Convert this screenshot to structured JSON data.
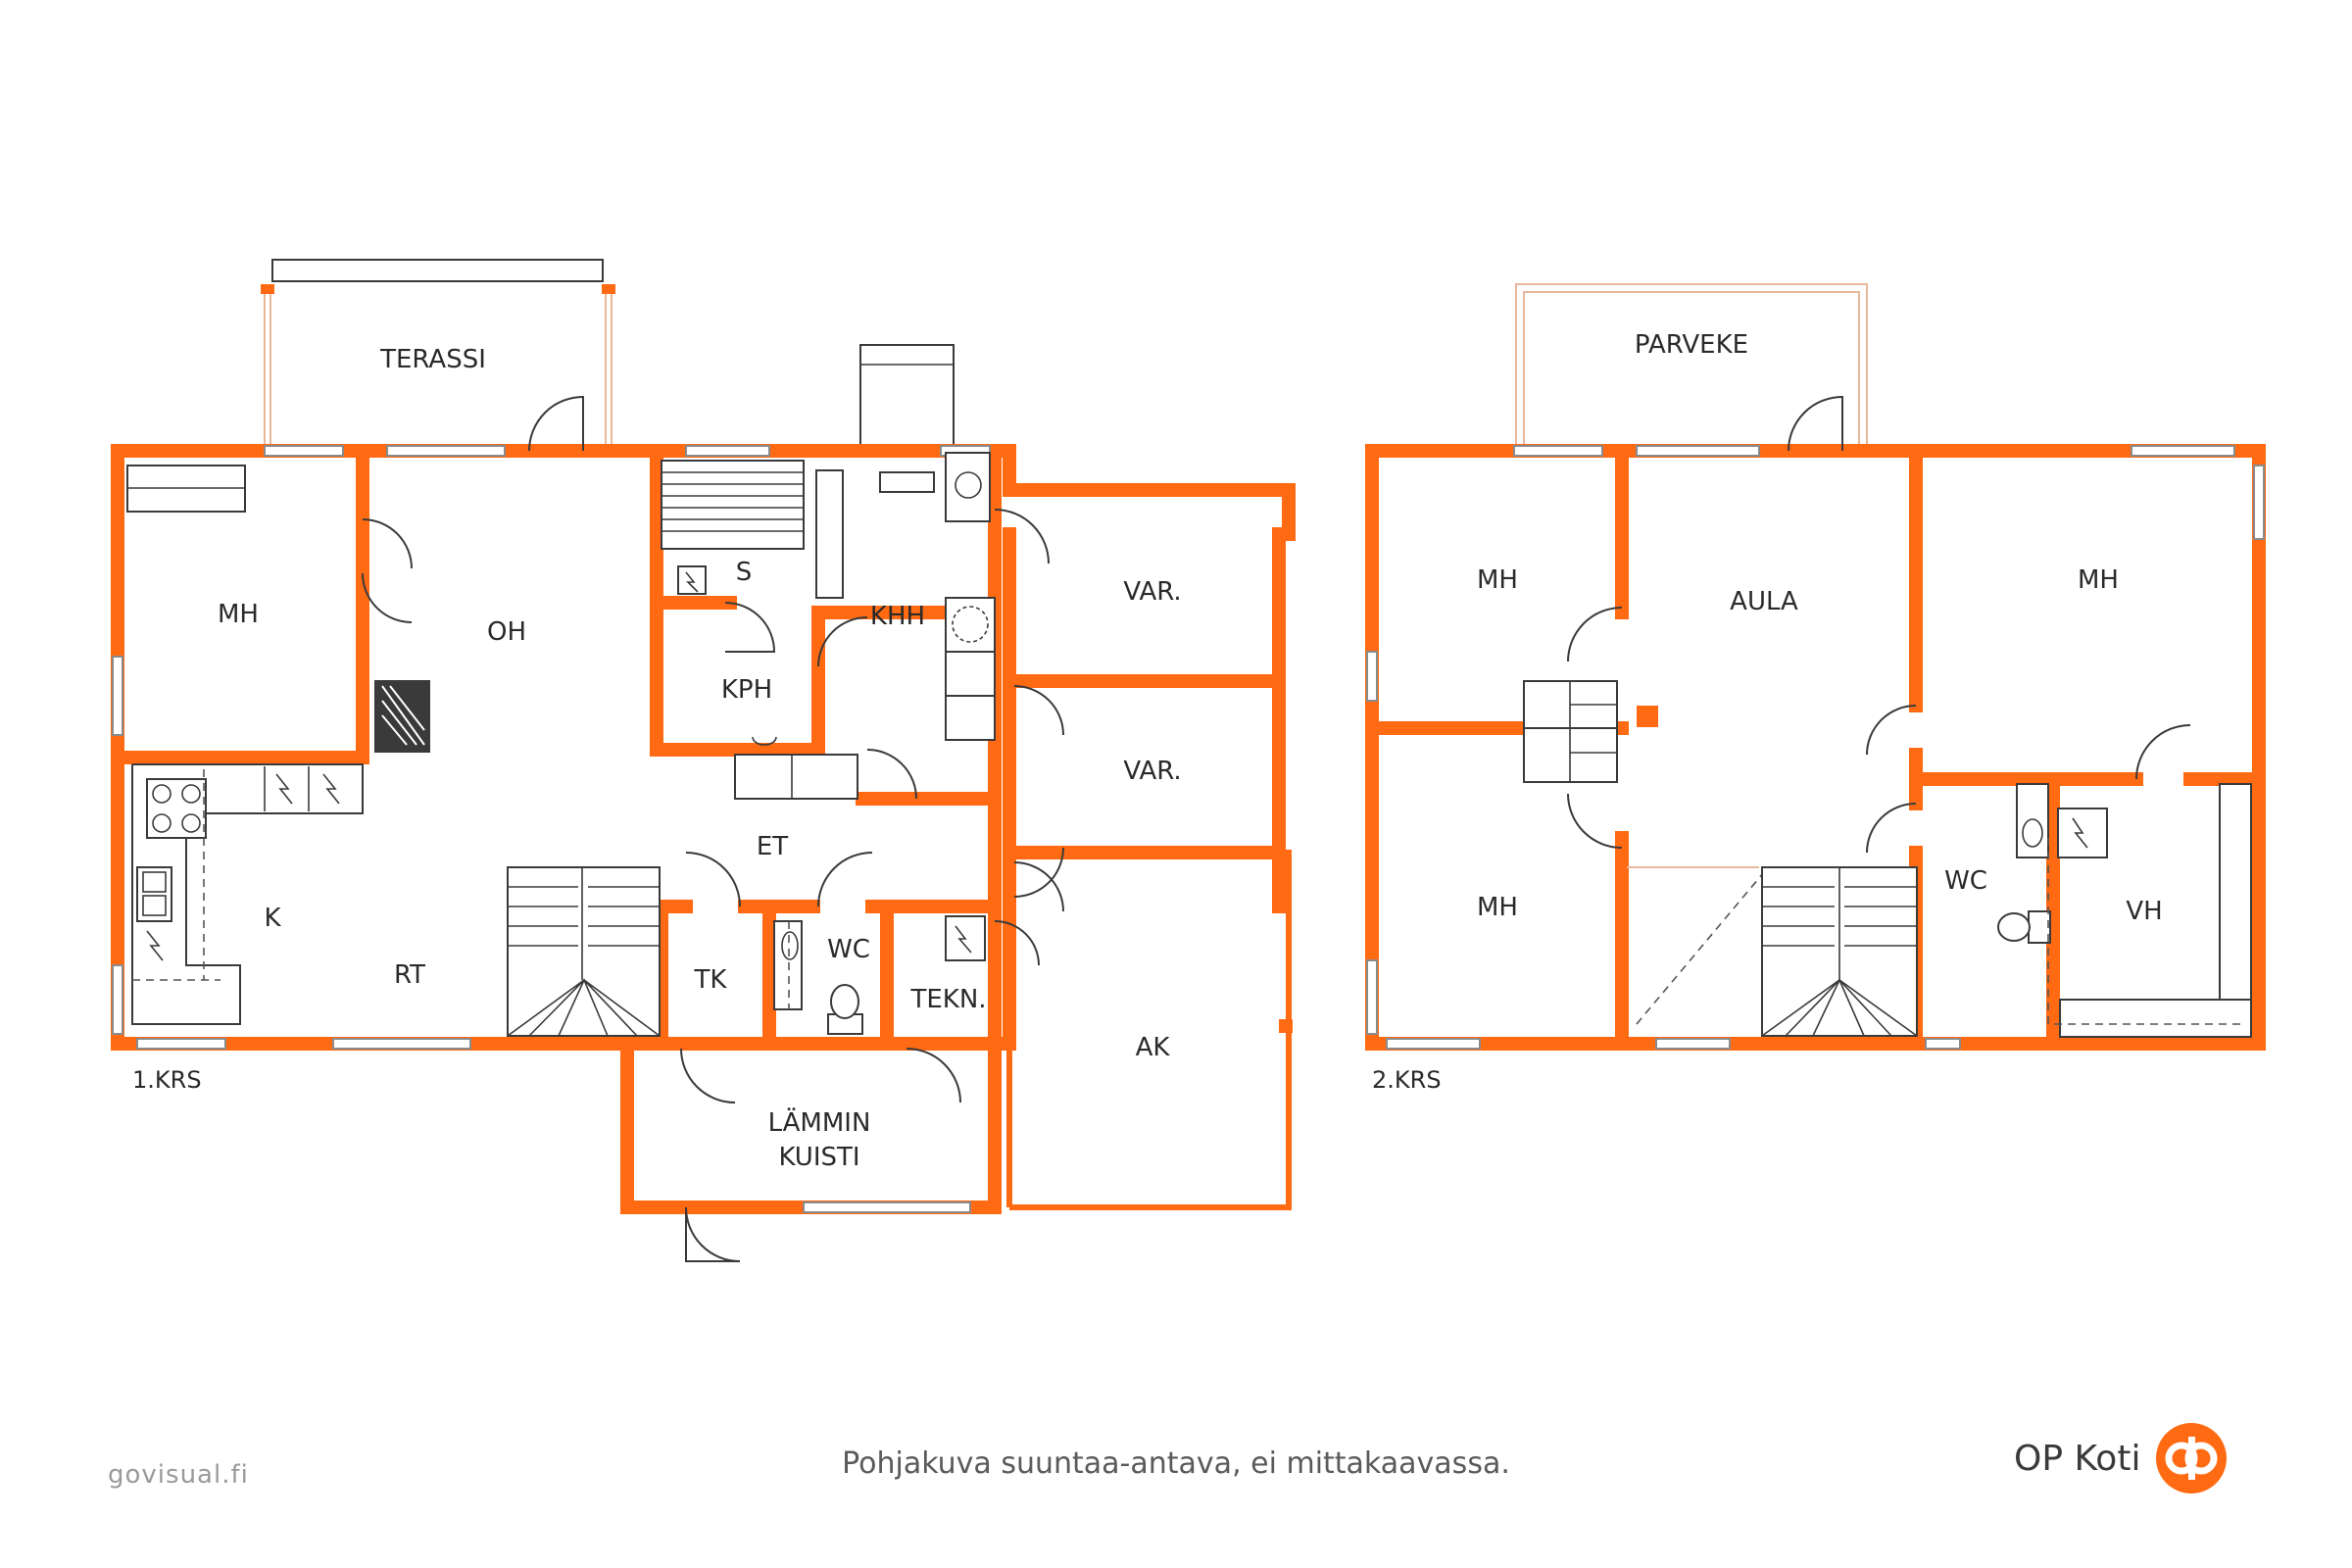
{
  "floors": [
    {
      "label": "1.KRS",
      "rooms": {
        "terassi": "TERASSI",
        "mh": "MH",
        "oh": "OH",
        "s": "S",
        "khh": "KHH",
        "kph": "KPH",
        "var_top": "VAR.",
        "var_mid": "VAR.",
        "k": "K",
        "rt": "RT",
        "et": "ET",
        "tk": "TK",
        "wc": "WC",
        "tekn": "TEKN.",
        "ak": "AK",
        "lammin_line1": "LÄMMIN",
        "lammin_line2": "KUISTI"
      }
    },
    {
      "label": "2.KRS",
      "rooms": {
        "parveke": "PARVEKE",
        "mh_top_left": "MH",
        "aula": "AULA",
        "mh_top_right": "MH",
        "mh_bottom_left": "MH",
        "wc": "WC",
        "vh": "VH"
      }
    }
  ],
  "footer": {
    "note": "Pohjakuva suuntaa-antava, ei mittakaavassa.",
    "source": "govisual.fi",
    "brand": "OP Koti"
  },
  "colors": {
    "wall": "#ff6a13",
    "brand": "#ff6a13",
    "text": "#2a2a2a"
  },
  "icons": [
    "door-swing-icon",
    "window-icon",
    "stair-icon",
    "toilet-icon",
    "sink-icon",
    "stove-icon",
    "electric-panel-icon",
    "fireplace-icon",
    "op-logo-icon"
  ]
}
